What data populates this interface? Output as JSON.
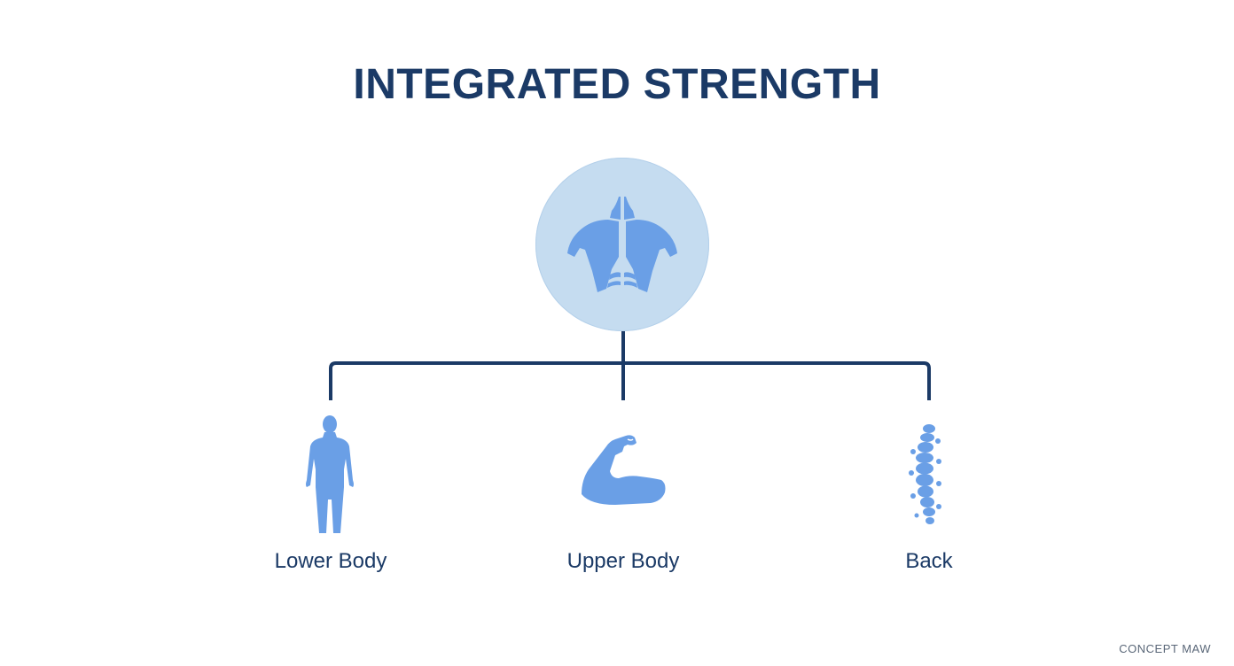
{
  "diagram": {
    "title": "INTEGRATED STRENGTH",
    "center": {
      "icon": "torso-muscles-icon"
    },
    "branches": [
      {
        "label": "Lower Body",
        "icon": "human-figure-icon"
      },
      {
        "label": "Upper Body",
        "icon": "flexed-arm-icon"
      },
      {
        "label": "Back",
        "icon": "spine-icon"
      }
    ]
  },
  "watermark": "CONCEPT MAW",
  "colors": {
    "title": "#1b3a66",
    "connector": "#1b3a66",
    "icon": "#6a9fe6",
    "hub_fill": "#c5dcf0"
  }
}
